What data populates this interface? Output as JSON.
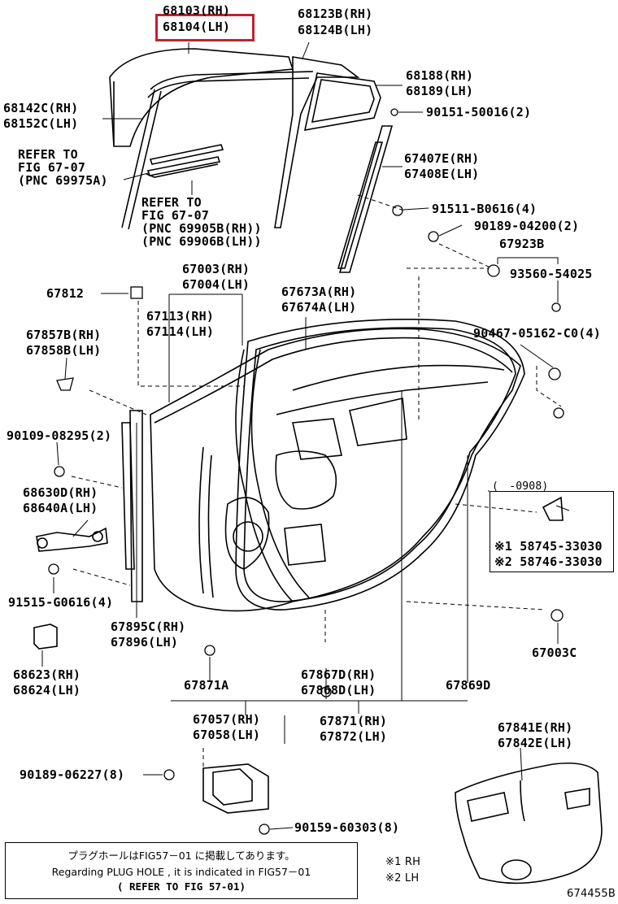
{
  "highlight_color": "#c0212f",
  "labels": {
    "p68103": "68103(RH)",
    "p68104": "68104(LH)",
    "p68123": "68123B(RH)",
    "p68124": "68124B(LH)",
    "p68142": "68142C(RH)",
    "p68152": "68152C(LH)",
    "p68188": "68188(RH)",
    "p68189": "68189(LH)",
    "p90151": "90151-50016(2)",
    "ref1_a": "REFER TO",
    "ref1_b": "FIG 67-07",
    "ref1_c": "(PNC 69975A)",
    "p67407": "67407E(RH)",
    "p67408": "67408E(LH)",
    "ref2_a": "REFER TO",
    "ref2_b": "FIG 67-07",
    "ref2_c": "(PNC 69905B(RH))",
    "ref2_d": "(PNC 69906B(LH))",
    "p91511": "91511-B0616(4)",
    "p90189a": "90189-04200(2)",
    "p67923": "67923B",
    "p67003": "67003(RH)",
    "p67004": "67004(LH)",
    "p93560": "93560-54025",
    "p67812": "67812",
    "p67673": "67673A(RH)",
    "p67674": "67674A(LH)",
    "p67113": "67113(RH)",
    "p67114": "67114(LH)",
    "p67857": "67857B(RH)",
    "p67858": "67858B(LH)",
    "p90467": "90467-05162-C0(4)",
    "p90109": "90109-08295(2)",
    "p68630": "68630D(RH)",
    "p68640": "68640A(LH)",
    "inset_date": "(　-0908)",
    "p58745": "※1 58745-33030",
    "p58746": "※2 58746-33030",
    "p91515": "91515-G0616(4)",
    "p67895": "67895C(RH)",
    "p67896": "67896(LH)",
    "p67003c": "67003C",
    "p68623": "68623(RH)",
    "p68624": "68624(LH)",
    "p67871a": "67871A",
    "p67867": "67867D(RH)",
    "p67868": "67868D(LH)",
    "p67869": "67869D",
    "p67057": "67057(RH)",
    "p67058": "67058(LH)",
    "p67871": "67871(RH)",
    "p67872": "67872(LH)",
    "p67841": "67841E(RH)",
    "p67842": "67842E(LH)",
    "p90189b": "90189-06227(8)",
    "p90159": "90159-60303(8)",
    "note1": "プラグホールはFIG57－01 に掲載してあります。",
    "note2": "Regarding PLUG HOLE , it is indicated in FIG57－01",
    "note3": "(  REFER TO FIG 57-01)",
    "leg1": "※1 RH",
    "leg2": "※2 LH",
    "code": "674455B"
  }
}
